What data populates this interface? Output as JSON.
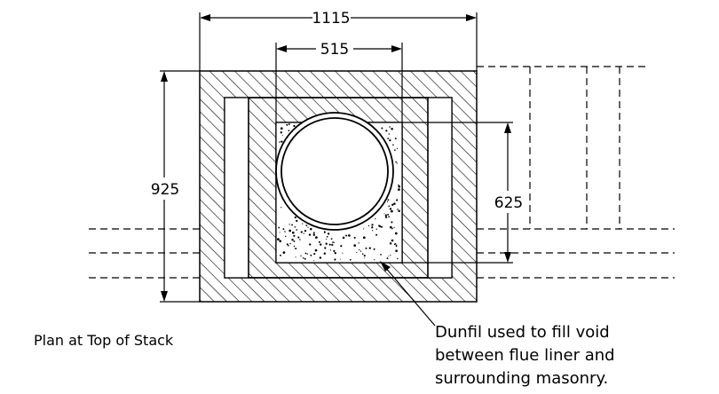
{
  "dimensions": {
    "outer_width": "1115",
    "inner_width": "515",
    "outer_depth": "925",
    "inner_depth": "625"
  },
  "captions": {
    "plan_title": "Plan at Top of Stack",
    "note_line1": "Dunfil used to fill void",
    "note_line2": "between flue liner and",
    "note_line3": "surrounding masonry."
  },
  "colors": {
    "line": "#000000",
    "background": "#ffffff"
  }
}
